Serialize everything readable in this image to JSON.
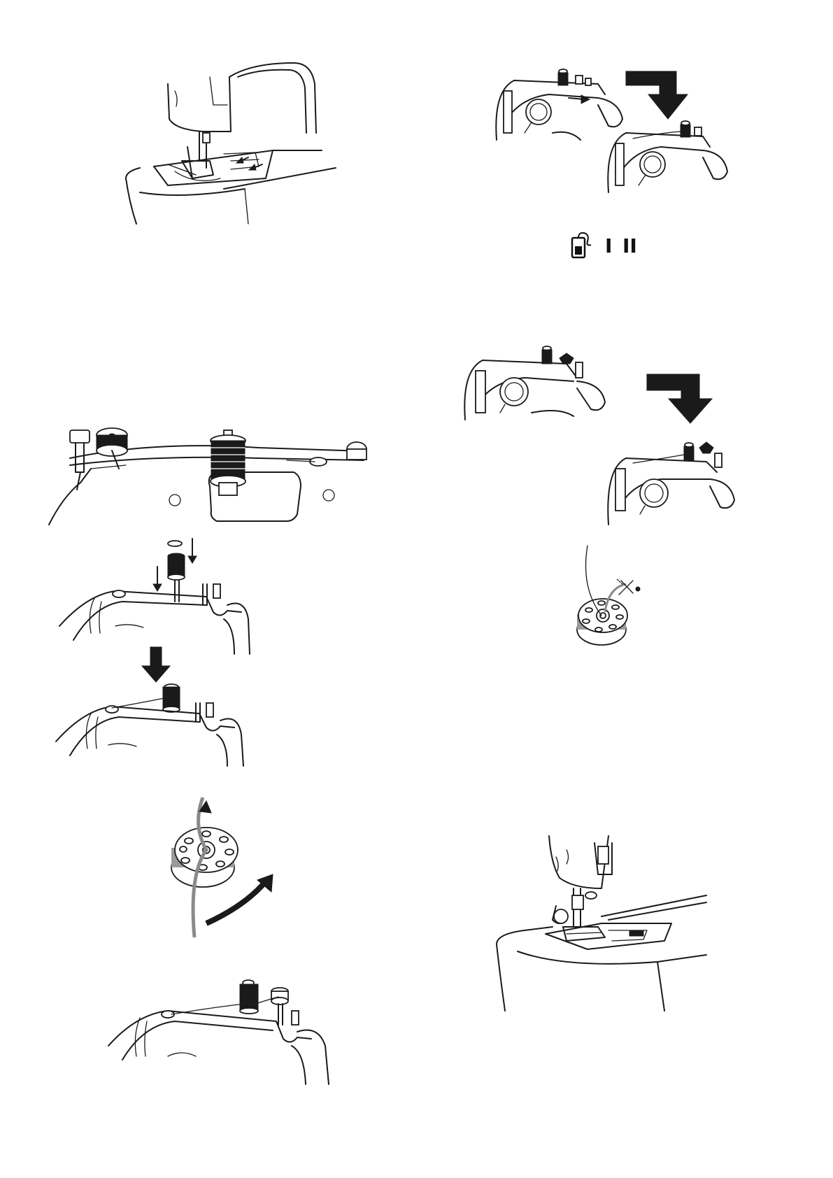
{
  "page": {
    "background": "#ffffff",
    "ink_color": "#1a1a1a"
  },
  "left_column": {
    "figures": [
      {
        "name": "needle-plate-arrow-figure",
        "icon": "sewing-machine-needle-area-icon"
      },
      {
        "name": "spool-pins-top-view-figure",
        "icon": "spool-pin-top-view-icon"
      },
      {
        "name": "spool-placing-figure",
        "icon": "spool-on-pin-icon"
      },
      {
        "name": "spool-placed-figure",
        "icon": "spool-on-pin-icon"
      },
      {
        "name": "bobbin-thread-hole-figure",
        "icon": "bobbin-thread-hole-icon"
      },
      {
        "name": "bobbin-on-winder-figure",
        "icon": "bobbin-winder-icon"
      }
    ]
  },
  "right_column": {
    "figures": [
      {
        "name": "thread-guide-step-figure",
        "icon": "thread-guide-icon"
      },
      {
        "name": "winder-step-figure",
        "icon": "bobbin-winder-tension-icon"
      },
      {
        "name": "bobbin-cut-thread-figure",
        "icon": "scissors-cut-thread-icon"
      },
      {
        "name": "presser-foot-figure",
        "icon": "presser-foot-icon"
      }
    ],
    "switch_symbol": {
      "icon": "bobbin-winder-symbol-icon",
      "label_one": "I",
      "label_two": "II"
    }
  }
}
